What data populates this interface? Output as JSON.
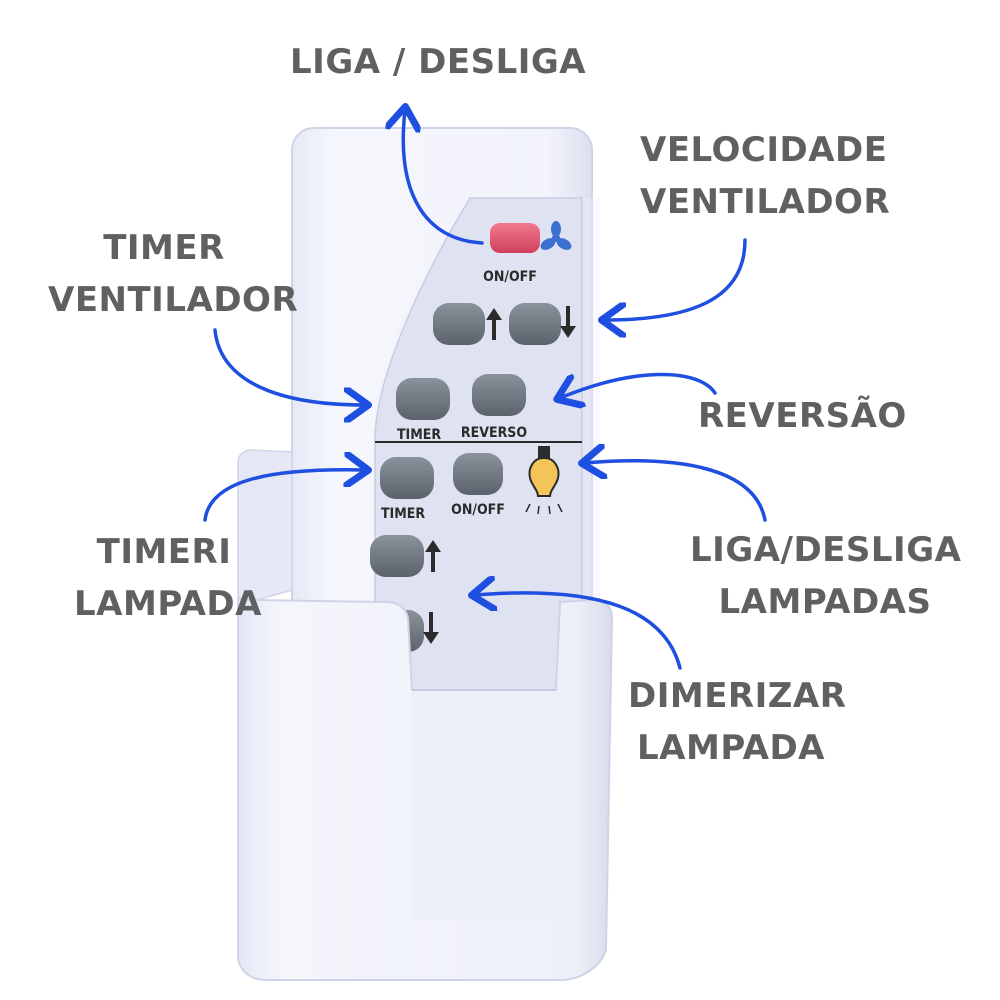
{
  "callouts": {
    "power": "LIGA / DESLIGA",
    "fan_speed": [
      "VELOCIDADE",
      "VENTILADOR"
    ],
    "fan_timer": [
      "TIMER",
      "VENTILADOR"
    ],
    "reverse": "REVERSÃO",
    "lamp_timer": [
      "TIMERI",
      "LAMPADA"
    ],
    "lamp_power": [
      "LIGA/DESLIGA",
      "LAMPADAS"
    ],
    "dimmer": [
      "DIMERIZAR",
      "LAMPADA"
    ]
  },
  "remote_labels": {
    "on_off_fan": "ON/OFF",
    "timer_fan": "TIMER",
    "reverso": "REVERSO",
    "timer_lamp": "TIMER",
    "on_off_lamp": "ON/OFF"
  },
  "icons": [
    "fan-icon",
    "arrow-up-icon",
    "arrow-down-icon",
    "light-bulb-icon"
  ],
  "colors": {
    "text": "#5f6062",
    "arrow": "#1f4fe0",
    "remote_body": "#eef0fb",
    "panel": "#dfe2f1",
    "button": "#6f7782",
    "power_button": "#e85a74"
  }
}
